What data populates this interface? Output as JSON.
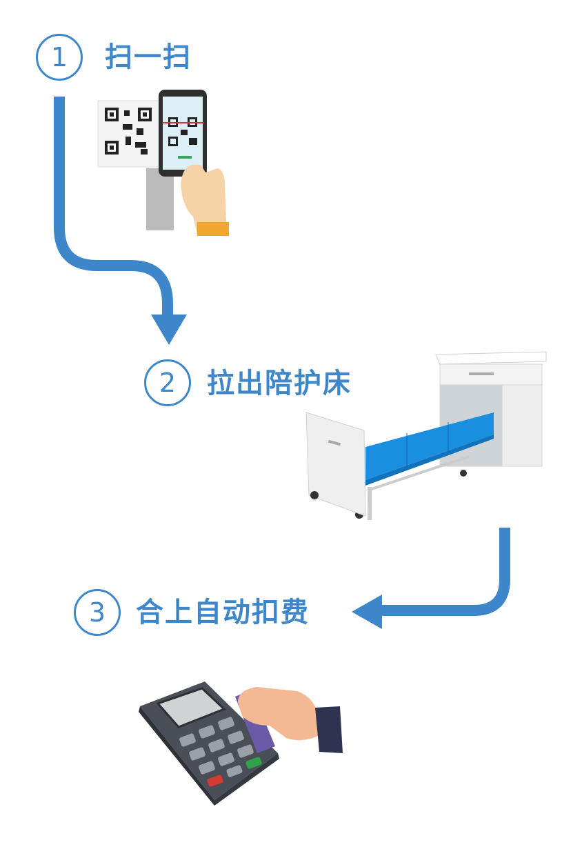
{
  "steps": [
    {
      "number": "1",
      "label": "扫一扫"
    },
    {
      "number": "2",
      "label": "拉出陪护床"
    },
    {
      "number": "3",
      "label": "合上自动扣费"
    }
  ],
  "colors": {
    "accent": "#3d86c9",
    "bed_pad": "#1a8fe0",
    "cabinet": "#f0f0f0"
  },
  "illustrations": [
    "qr-scan-phone",
    "pull-out-bed-cabinet",
    "card-payment-terminal"
  ]
}
